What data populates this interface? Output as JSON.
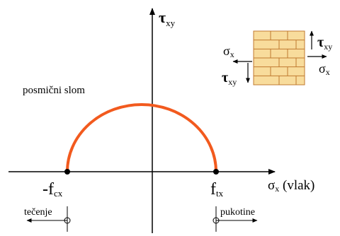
{
  "diagram": {
    "y_axis": {
      "symbol": "τ",
      "sub": "xy"
    },
    "x_axis": {
      "symbol": "σ",
      "sub": "x",
      "suffix": " (vlak)"
    },
    "failure_label": "posmični slom",
    "left_point": {
      "prefix": "-f",
      "sub": "cx"
    },
    "right_point": {
      "prefix": "f",
      "sub": "tx"
    },
    "zone_left": "tečenje",
    "zone_right": "pukotine",
    "inset": {
      "tau_top": {
        "symbol": "τ",
        "sub": "xy"
      },
      "tau_bottom": {
        "symbol": "τ",
        "sub": "xy"
      },
      "sigma_left": {
        "symbol": "σ",
        "sub": "x"
      },
      "sigma_right": {
        "symbol": "σ",
        "sub": "x"
      }
    }
  },
  "colors": {
    "curve": "#f25a1e",
    "brick_fill": "#f8dc9c",
    "brick_line": "#c07a30"
  }
}
